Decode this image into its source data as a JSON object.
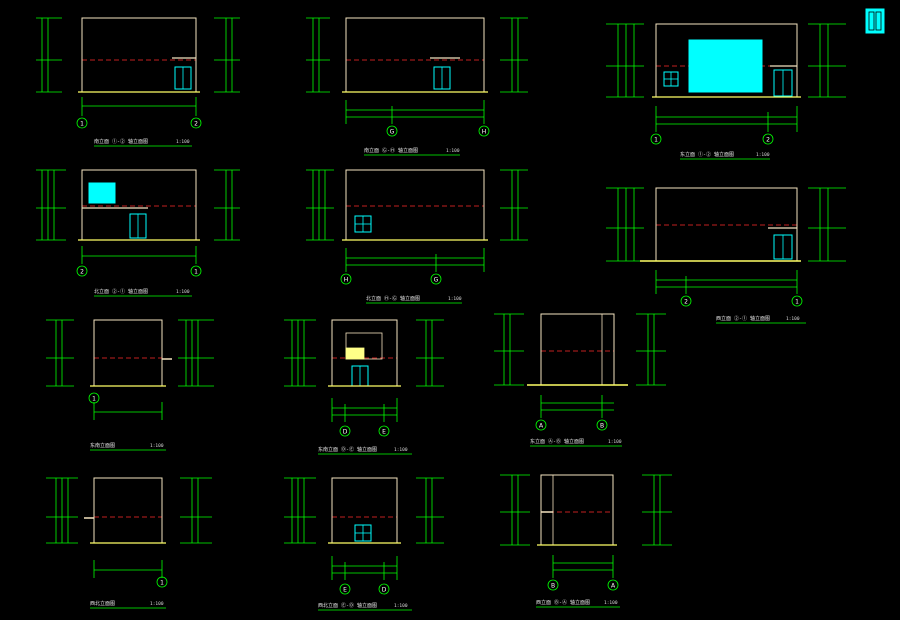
{
  "title": "",
  "colors": {
    "background": "#000000",
    "wall": "#f4e3bf",
    "dim": "#00ff00",
    "grid": "#ff2a2a",
    "opening": "#00ffff",
    "ground": "#ffff66",
    "text": "#dcdcdc"
  },
  "elevations": [
    {
      "id": "e1",
      "caption": "南立面  ①-② 轴立面图",
      "scale": "1:100",
      "axes": [
        "1",
        "2"
      ],
      "icon": "door-icon"
    },
    {
      "id": "e2",
      "caption": "南立面  Ⓖ-Ⓗ 轴立面图",
      "scale": "1:100",
      "axes": [
        "G",
        "H"
      ],
      "icon": "door-icon"
    },
    {
      "id": "e3",
      "caption": "东立面  ①-② 轴立面图",
      "scale": "1:100",
      "axes": [
        "1",
        "2"
      ],
      "icon": "panel-icon"
    },
    {
      "id": "e4",
      "caption": "北立面  ②-① 轴立面图",
      "scale": "1:100",
      "axes": [
        "2",
        "1"
      ],
      "icon": "panel-icon"
    },
    {
      "id": "e5",
      "caption": "北立面  Ⓗ-Ⓖ 轴立面图",
      "scale": "1:100",
      "axes": [
        "H",
        "G"
      ],
      "icon": "window-icon"
    },
    {
      "id": "e6",
      "caption": "西立面  ②-① 轴立面图",
      "scale": "1:100",
      "axes": [
        "2",
        "1"
      ],
      "icon": "door-icon"
    },
    {
      "id": "e7",
      "caption": "东南立面图",
      "scale": "1:100",
      "axes": [
        "1"
      ],
      "icon": ""
    },
    {
      "id": "e8",
      "caption": "东南立面  Ⓓ-Ⓔ 轴立面图",
      "scale": "1:100",
      "axes": [
        "D",
        "E"
      ],
      "icon": "door-icon"
    },
    {
      "id": "e9",
      "caption": "东立面  Ⓐ-Ⓑ 轴立面图",
      "scale": "1:100",
      "axes": [
        "A",
        "B"
      ],
      "icon": ""
    },
    {
      "id": "e10",
      "caption": "西北立面图",
      "scale": "1:100",
      "axes": [
        "1"
      ],
      "icon": ""
    },
    {
      "id": "e11",
      "caption": "西北立面  Ⓔ-Ⓓ 轴立面图",
      "scale": "1:100",
      "axes": [
        "E",
        "D"
      ],
      "icon": "window-icon"
    },
    {
      "id": "e12",
      "caption": "西立面  Ⓑ-Ⓐ 轴立面图",
      "scale": "1:100",
      "axes": [
        "B",
        "A"
      ],
      "icon": ""
    }
  ]
}
